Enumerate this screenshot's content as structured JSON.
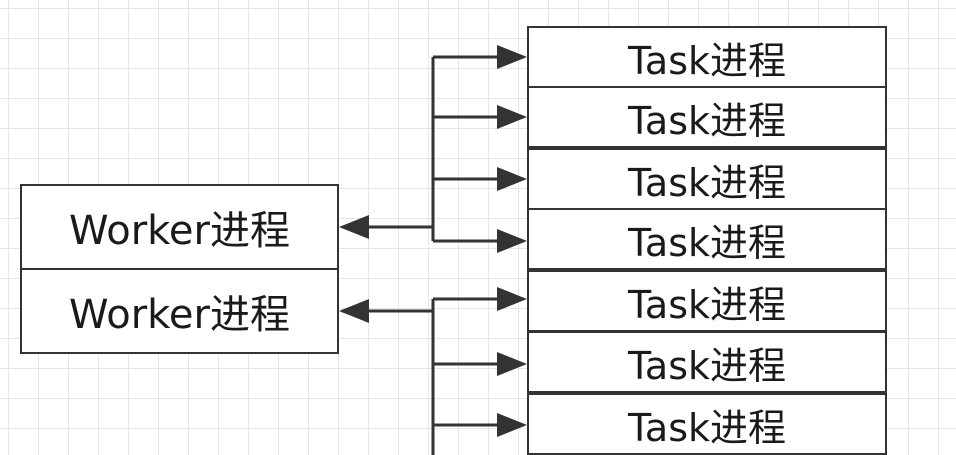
{
  "workers": [
    {
      "label": "Worker进程"
    },
    {
      "label": "Worker进程"
    }
  ],
  "tasks": [
    {
      "label": "Task进程"
    },
    {
      "label": "Task进程"
    },
    {
      "label": "Task进程"
    },
    {
      "label": "Task进程"
    },
    {
      "label": "Task进程"
    },
    {
      "label": "Task进程"
    },
    {
      "label": "Task进程"
    }
  ],
  "colors": {
    "line": "#333333",
    "grid": "#e6e6e6",
    "box_fill": "#ffffff"
  }
}
